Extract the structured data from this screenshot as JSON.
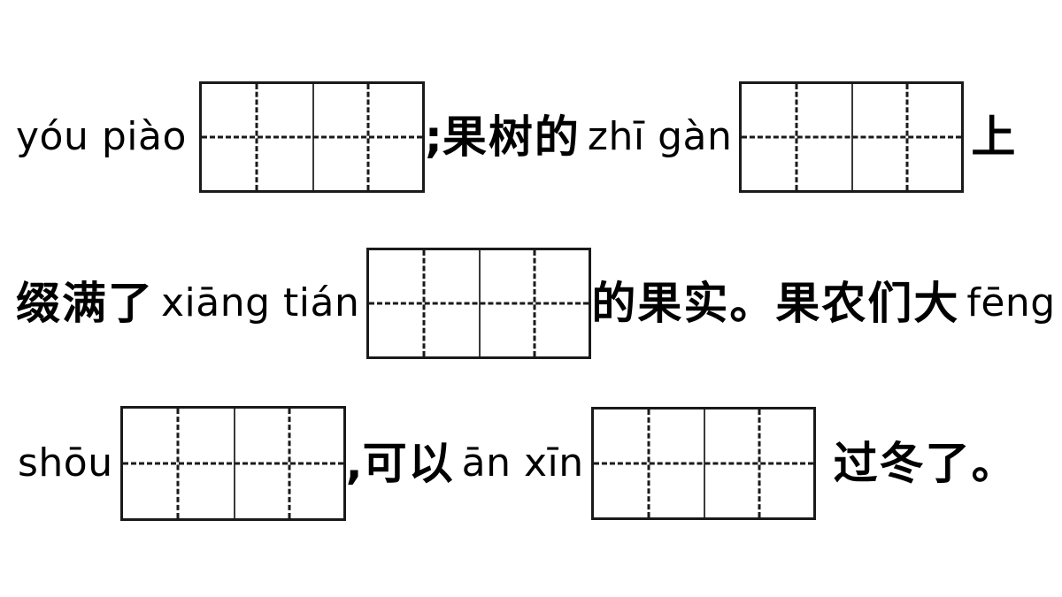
{
  "worksheet": {
    "type": "chinese-pinyin-fill-in-worksheet",
    "background_color": "#ffffff",
    "text_color": "#000000",
    "grid_border_color": "#1a1a1a",
    "full_text": "yóu piào □□；果树的 zhī gàn □□ 上缀满了 xiāng tián □□ 的果实。果农们大 fēng shōu □□，可以 ān xīn □□ 过冬了。"
  },
  "lines": [
    {
      "id": "line-1",
      "segments": [
        {
          "kind": "pinyin",
          "text": "yóu piào"
        },
        {
          "kind": "grid",
          "cells": 2
        },
        {
          "kind": "punct",
          "text": ";"
        },
        {
          "kind": "han",
          "text": "果树的"
        },
        {
          "kind": "pinyin",
          "text": "zhī gàn"
        },
        {
          "kind": "grid",
          "cells": 2
        },
        {
          "kind": "han",
          "text": "上"
        }
      ]
    },
    {
      "id": "line-2",
      "segments": [
        {
          "kind": "han",
          "text": "缀满了"
        },
        {
          "kind": "pinyin",
          "text": "xiāng tián"
        },
        {
          "kind": "grid",
          "cells": 2
        },
        {
          "kind": "han",
          "text": "的果实。果农们大"
        },
        {
          "kind": "pinyin",
          "text": "fēng"
        }
      ]
    },
    {
      "id": "line-3",
      "segments": [
        {
          "kind": "pinyin",
          "text": "shōu"
        },
        {
          "kind": "grid",
          "cells": 2
        },
        {
          "kind": "punct",
          "text": ","
        },
        {
          "kind": "han",
          "text": "可以"
        },
        {
          "kind": "pinyin",
          "text": "ān xīn"
        },
        {
          "kind": "grid",
          "cells": 2
        },
        {
          "kind": "han",
          "text": "过冬了。"
        }
      ]
    }
  ],
  "line1": {
    "pinyin_1": "yóu piào",
    "punct_1": ";",
    "han_1": "果树的",
    "pinyin_2": "zhī gàn",
    "han_2": "上"
  },
  "line2": {
    "han_1": "缀满了",
    "pinyin_1": "xiāng tián",
    "han_2": "的果实。果农们大",
    "pinyin_2": "fēng"
  },
  "line3": {
    "pinyin_1": "shōu",
    "punct_1": ",",
    "han_1": "可以",
    "pinyin_2": "ān xīn",
    "han_2": "过冬了。"
  },
  "answer_grids": [
    {
      "id": "grid-1",
      "line": 1,
      "cells": 2,
      "for_pinyin": "yóu piào"
    },
    {
      "id": "grid-2",
      "line": 1,
      "cells": 2,
      "for_pinyin": "zhī gàn"
    },
    {
      "id": "grid-3",
      "line": 2,
      "cells": 2,
      "for_pinyin": "xiāng tián"
    },
    {
      "id": "grid-4",
      "line": 3,
      "cells": 2,
      "for_pinyin": "fēng shōu"
    },
    {
      "id": "grid-5",
      "line": 3,
      "cells": 2,
      "for_pinyin": "ān xīn"
    }
  ]
}
